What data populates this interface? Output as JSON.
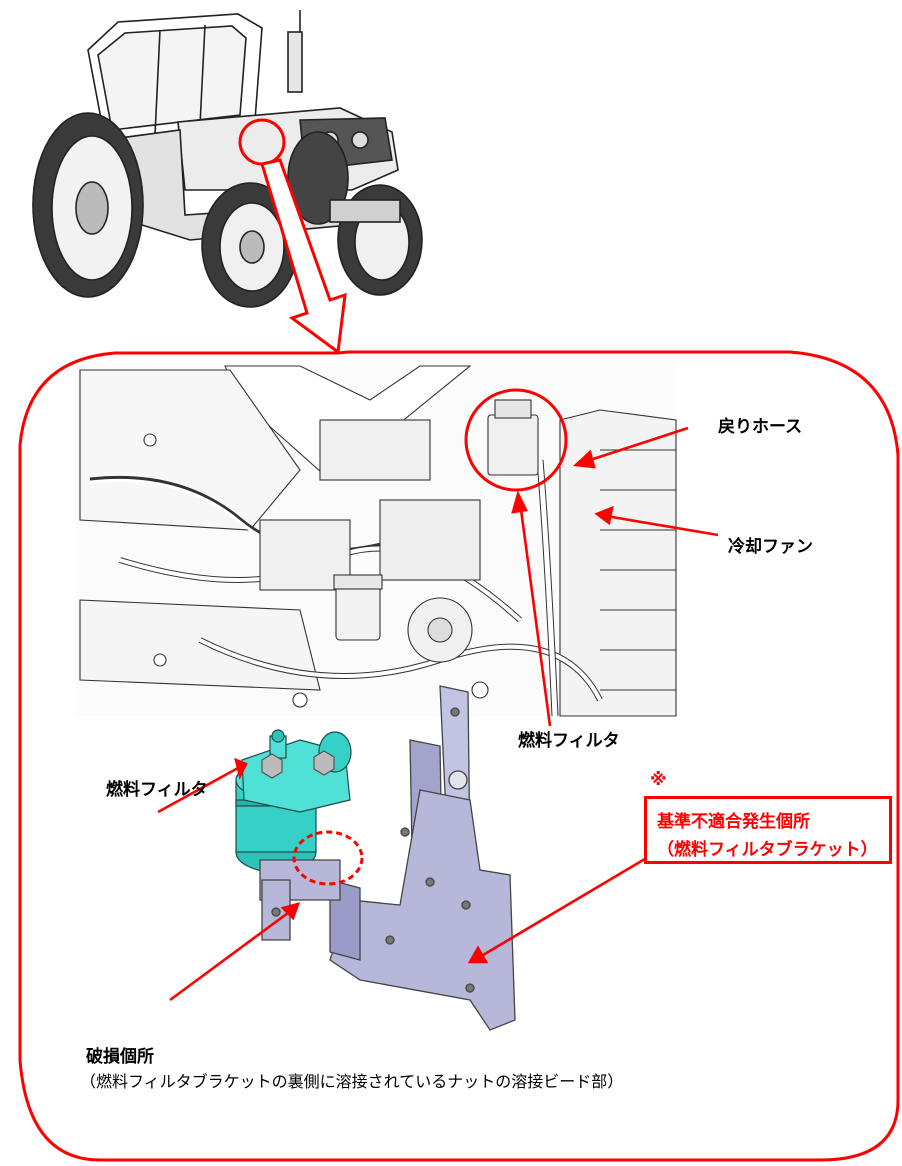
{
  "labels": {
    "return_hose": "戻りホース",
    "cooling_fan": "冷却ファン",
    "fuel_filter_engine": "燃料フィルタ",
    "fuel_filter_part": "燃料フィルタ",
    "note_mark": "※",
    "defect_location_line1": "基準不適合発生個所",
    "defect_location_line2": "（燃料フィルタブラケット）",
    "damage_location": "破損個所",
    "damage_description": "（燃料フィルタブラケットの裏側に溶接されているナットの溶接ビード部）"
  },
  "colors": {
    "callout_red": "#ff0000",
    "filter_cyan": "#35d0c6",
    "bracket_lavender": "#b7b7da",
    "line_art": "#2a2a2a"
  },
  "icons": [
    "tractor-illustration",
    "engine-bay-illustration",
    "fuel-filter-model",
    "bracket-model",
    "zoom-arrow"
  ]
}
